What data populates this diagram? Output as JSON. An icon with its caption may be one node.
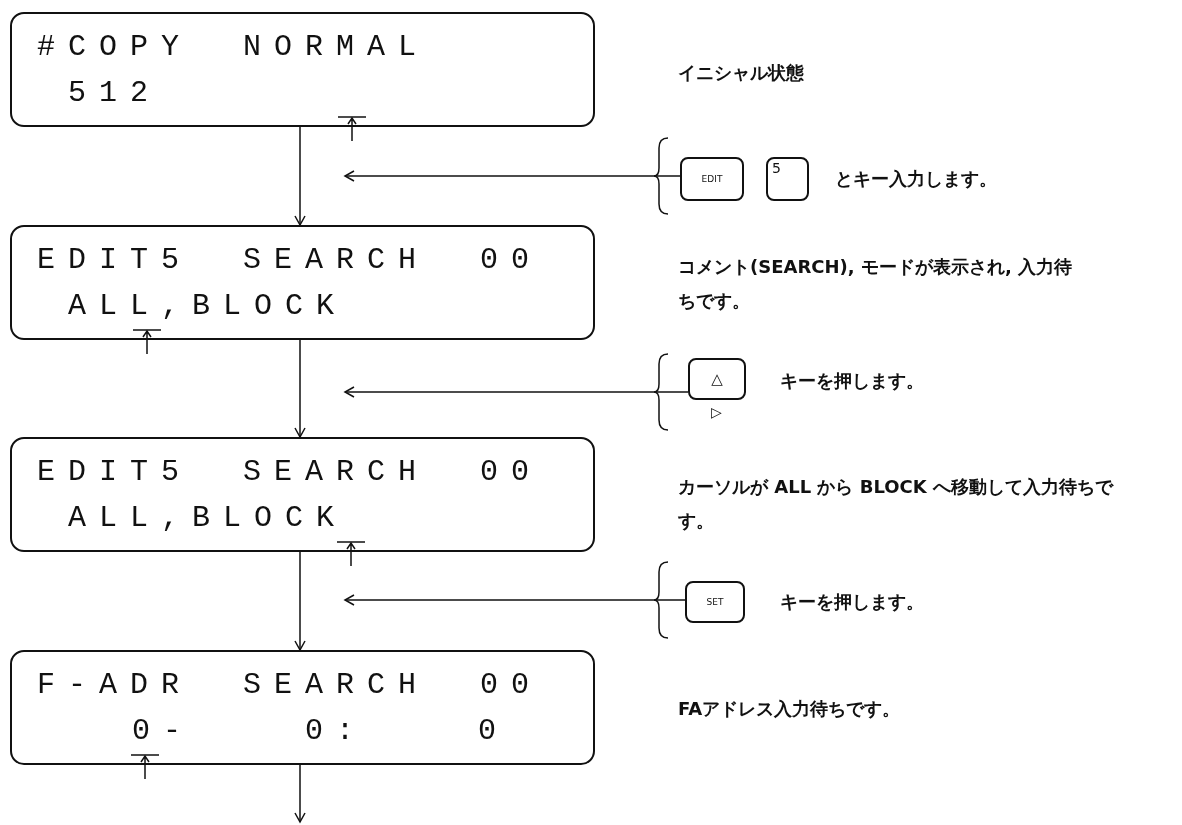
{
  "diagram": {
    "nodes": [
      {
        "text": [
          "#COPY NORMAL",
          "512"
        ]
      },
      {
        "text": [
          "EDIT"
        ]
      },
      {
        "text": [
          "5"
        ],
        "beside": [
          "とキー入力します。"
        ]
      },
      {
        "text": [
          "EDIT5 SEARCH 00",
          "ALL,BLOCK"
        ]
      },
      {
        "text": [
          "△",
          "▷"
        ],
        "beside": [
          "キーを押します。"
        ]
      },
      {
        "text": [
          "EDIT5 SEARCH 00",
          "ALL,BLOCK"
        ]
      },
      {
        "text": [
          "SET"
        ],
        "beside": [
          "キーを押します。"
        ]
      },
      {
        "text": [
          "F-ADR SEARCH 00",
          "0- 0: 0"
        ]
      }
    ],
    "labels": [
      "イニシャル状態",
      "コメント(SEARCH), モードが表示され, 入力待ちです。",
      "カーソルが ALL から BLOCK へ移動して入力待ちです。",
      "FAアドレス入力待ちです。"
    ],
    "edges": [
      {
        "from": 0,
        "to": 3,
        "arrow": "to"
      },
      {
        "from": 3,
        "to": 5,
        "arrow": "to"
      },
      {
        "from": 5,
        "to": 7,
        "arrow": "to"
      },
      {
        "from": 7,
        "to": null,
        "arrow": "to"
      },
      {
        "from": 1,
        "to": null,
        "arrow": "to"
      },
      {
        "from": 4,
        "to": null,
        "arrow": "to"
      },
      {
        "from": 6,
        "to": null,
        "arrow": "to"
      }
    ]
  }
}
